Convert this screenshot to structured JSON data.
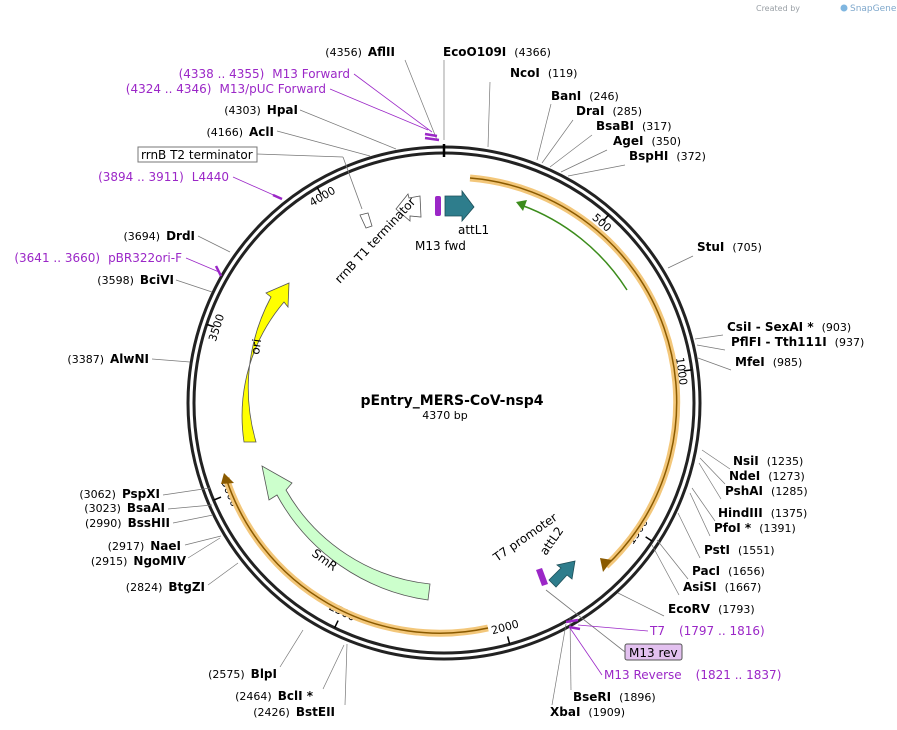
{
  "header": {
    "credit_prefix": "Created by",
    "credit_brand": "SnapGene",
    "brand_color": "#7fb6e0"
  },
  "plasmid": {
    "name": "pEntry_MERS-CoV-nsp4",
    "length_label": "4370 bp",
    "length": 4370,
    "tick_labels": [
      "500",
      "1000",
      "1500",
      "2000",
      "2500",
      "3000",
      "3500",
      "4000"
    ],
    "tick_values": [
      500,
      1000,
      1500,
      2000,
      2500,
      3000,
      3500,
      4000
    ]
  },
  "restriction_sites": [
    {
      "name": "AflII",
      "pos": "(4356)"
    },
    {
      "name": "EcoO109I",
      "pos": "(4366)"
    },
    {
      "name": "NcoI",
      "pos": "(119)"
    },
    {
      "name": "BanI",
      "pos": "(246)"
    },
    {
      "name": "DraI",
      "pos": "(285)"
    },
    {
      "name": "BsaBI",
      "pos": "(317)"
    },
    {
      "name": "AgeI",
      "pos": "(350)"
    },
    {
      "name": "BspHI",
      "pos": "(372)"
    },
    {
      "name": "StuI",
      "pos": "(705)"
    },
    {
      "name": "CsiI  - SexAI *",
      "pos": "(903)"
    },
    {
      "name": "PflFI  - Tth111I",
      "pos": "(937)"
    },
    {
      "name": "MfeI",
      "pos": "(985)"
    },
    {
      "name": "NsiI",
      "pos": "(1235)"
    },
    {
      "name": "NdeI",
      "pos": "(1273)"
    },
    {
      "name": "PshAI",
      "pos": "(1285)"
    },
    {
      "name": "HindIII",
      "pos": "(1375)"
    },
    {
      "name": "PfoI *",
      "pos": "(1391)"
    },
    {
      "name": "PstI",
      "pos": "(1551)"
    },
    {
      "name": "PacI",
      "pos": "(1656)"
    },
    {
      "name": "AsiSI",
      "pos": "(1667)"
    },
    {
      "name": "EcoRV",
      "pos": "(1793)"
    },
    {
      "name": "BseRI",
      "pos": "(1896)"
    },
    {
      "name": "XbaI",
      "pos": "(1909)"
    },
    {
      "name": "BstEII",
      "pos": "(2426)"
    },
    {
      "name": "BclI *",
      "pos": "(2464)"
    },
    {
      "name": "BlpI",
      "pos": "(2575)"
    },
    {
      "name": "BtgZI",
      "pos": "(2824)"
    },
    {
      "name": "NgoMIV",
      "pos": "(2915)"
    },
    {
      "name": "NaeI",
      "pos": "(2917)"
    },
    {
      "name": "BssHII",
      "pos": "(2990)"
    },
    {
      "name": "BsaAI",
      "pos": "(3023)"
    },
    {
      "name": "PspXI",
      "pos": "(3062)"
    },
    {
      "name": "AlwNI",
      "pos": "(3387)"
    },
    {
      "name": "BciVI",
      "pos": "(3598)"
    },
    {
      "name": "DrdI",
      "pos": "(3694)"
    },
    {
      "name": "AclI",
      "pos": "(4166)"
    },
    {
      "name": "HpaI",
      "pos": "(4303)"
    }
  ],
  "primers": [
    {
      "range": "(4338 .. 4355)",
      "name": "M13 Forward"
    },
    {
      "range": "(4324 .. 4346)",
      "name": "M13/pUC Forward"
    },
    {
      "range": "(3894 .. 3911)",
      "name": "L4440"
    },
    {
      "range": "(3641 .. 3660)",
      "name": "pBR322ori-F"
    },
    {
      "range": "(1797 .. 1816)",
      "name": "T7"
    },
    {
      "range": "(1821 .. 1837)",
      "name": "M13 Reverse"
    }
  ],
  "features": {
    "rrnb_t2": "rrnB T2 terminator",
    "rrnb_t1": "rrnB T1 terminator",
    "m13_fwd": "M13 fwd",
    "attl1": "attL1",
    "t7_promoter": "T7 promoter",
    "attl2": "attL2",
    "m13_rev": "M13 rev",
    "smr": "SmR",
    "ori": "ori"
  },
  "colors": {
    "primer": "#9b27c7",
    "orf_highlight": "#f3c77a",
    "orf_line": "#8a5a00",
    "ori": "#ffff00",
    "smr": "#ccffcc",
    "att": "#2e7d8c",
    "green_arrow": "#3c8c1c"
  }
}
